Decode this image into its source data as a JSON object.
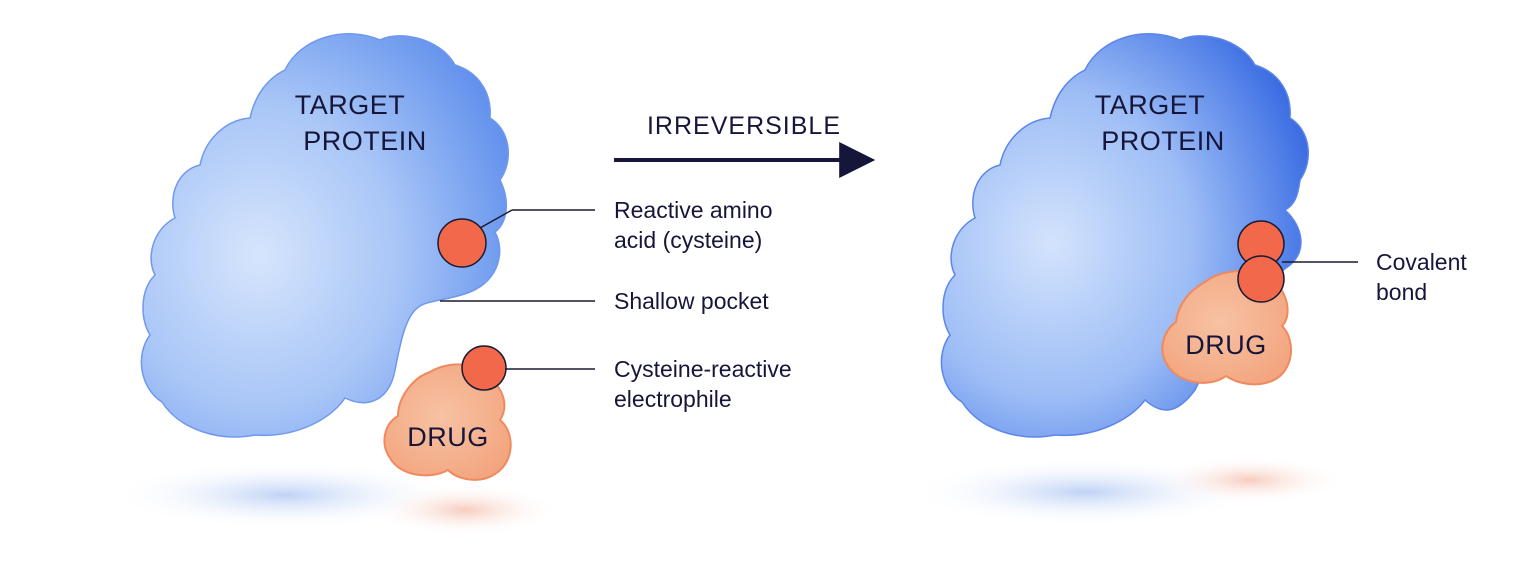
{
  "colors": {
    "protein_light": "#cfe0fb",
    "protein_mid": "#8fb5f3",
    "protein_dark": "#2f63de",
    "drug_fill": "#f5b08e",
    "drug_edge": "#f08a5e",
    "amino_acid": "#f2684a",
    "ink": "#16163a"
  },
  "left_panel": {
    "protein_label_line1": "TARGET",
    "protein_label_line2": "PROTEIN",
    "drug_label": "DRUG",
    "callout_amino_line1": "Reactive amino",
    "callout_amino_line2": "acid (cysteine)",
    "callout_pocket": "Shallow pocket",
    "callout_electrophile_line1": "Cysteine-reactive",
    "callout_electrophile_line2": "electrophile"
  },
  "arrow": {
    "label": "IRREVERSIBLE"
  },
  "right_panel": {
    "protein_label_line1": "TARGET",
    "protein_label_line2": "PROTEIN",
    "drug_label": "DRUG",
    "callout_bond_line1": "Covalent",
    "callout_bond_line2": "bond"
  }
}
